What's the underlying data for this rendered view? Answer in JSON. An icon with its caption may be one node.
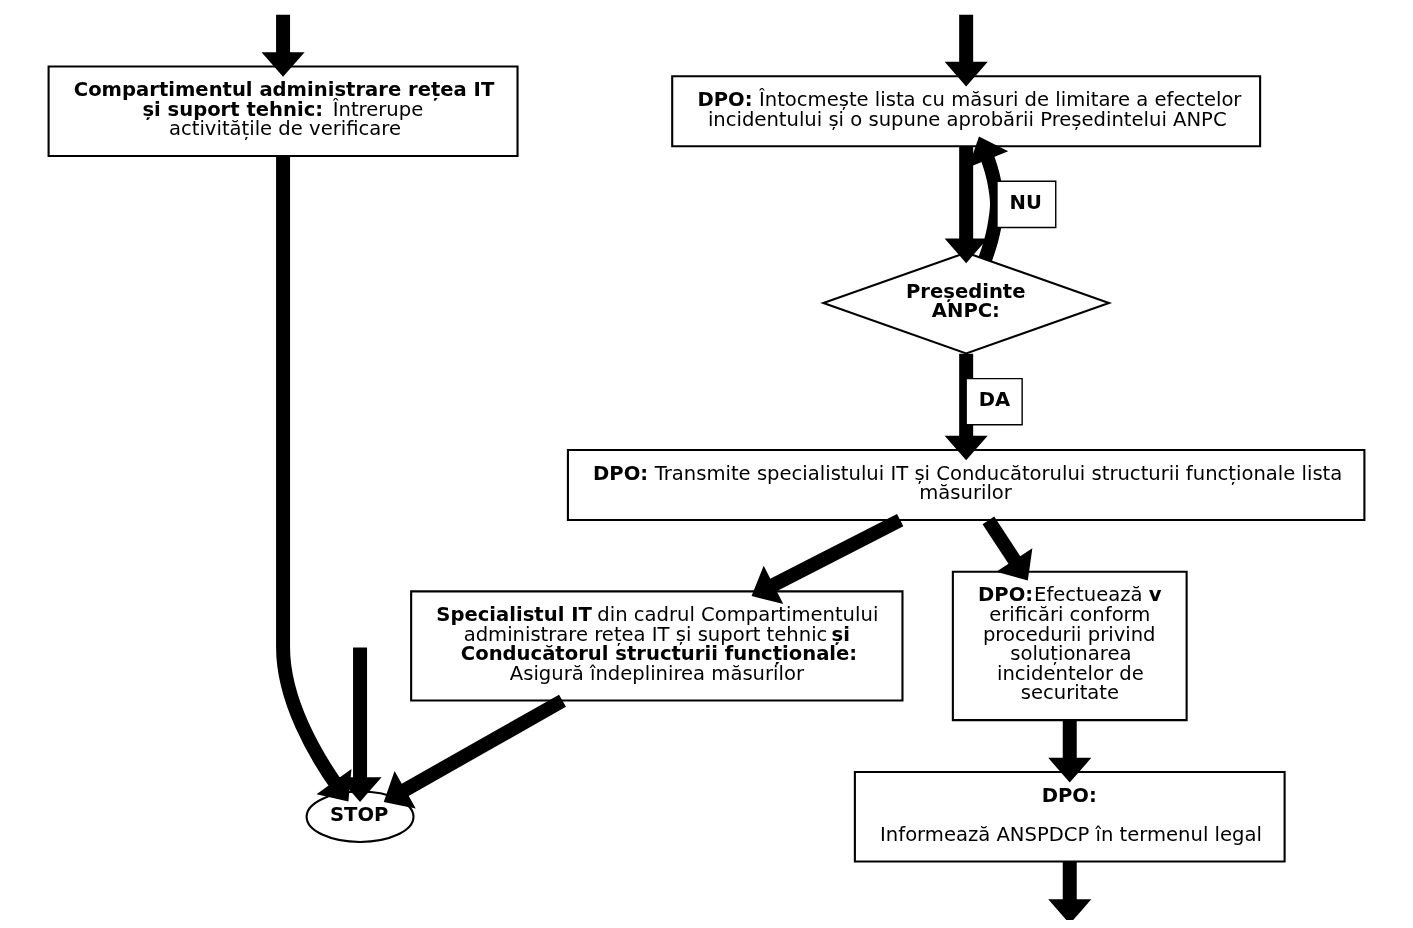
{
  "diagram": {
    "nodes": [
      {
        "text": [
          "**DPO:** Întocmește lista cu măsuri de limitare a efectelor incidentului și o supune aprobării Președintelui ANPC"
        ]
      },
      {
        "text": [
          "Președinte ANPC:"
        ]
      },
      {
        "text": [
          "**DPO:** Transmite specialistului IT și Conducătorului structurii funcționale lista măsurilor"
        ]
      },
      {
        "text": [
          "**DPO:**Efectuează **v**erificări conform procedurii privind soluționarea incidentelor de securitate"
        ]
      },
      {
        "text": [
          "**Specialistul IT** din cadrul Compartimentului administrare rețea IT și suport tehnic **și Conducătorul structurii funcționale:** Asigură îndeplinirea măsurilor"
        ]
      },
      {
        "text": [
          "DPO:",
          "Informează ANSPDCP în termenul legal"
        ]
      },
      {
        "text": [
          "**Compartimentul administrare rețea IT și suport tehnic:**  Întrerupe activitățile de verificare"
        ]
      },
      {
        "text": [
          "STOP"
        ]
      }
    ],
    "edges": [
      {
        "from": null,
        "to": 0,
        "arrow": "to"
      },
      {
        "from": 0,
        "to": 1,
        "arrow": "to"
      },
      {
        "from": 1,
        "to": 0,
        "label": "NU",
        "arrow": "to"
      },
      {
        "from": 1,
        "to": 2,
        "label": "DA",
        "arrow": "to"
      },
      {
        "from": 2,
        "to": 3,
        "arrow": "to"
      },
      {
        "from": 2,
        "to": 4,
        "arrow": "to"
      },
      {
        "from": 3,
        "to": 5,
        "arrow": "to"
      },
      {
        "from": 5,
        "to": null,
        "arrow": "to"
      },
      {
        "from": 4,
        "to": 7,
        "arrow": "to"
      },
      {
        "from": null,
        "to": 6,
        "arrow": "to"
      },
      {
        "from": 6,
        "to": 7,
        "arrow": "to"
      },
      {
        "from": null,
        "to": 7,
        "arrow": "to"
      }
    ]
  }
}
